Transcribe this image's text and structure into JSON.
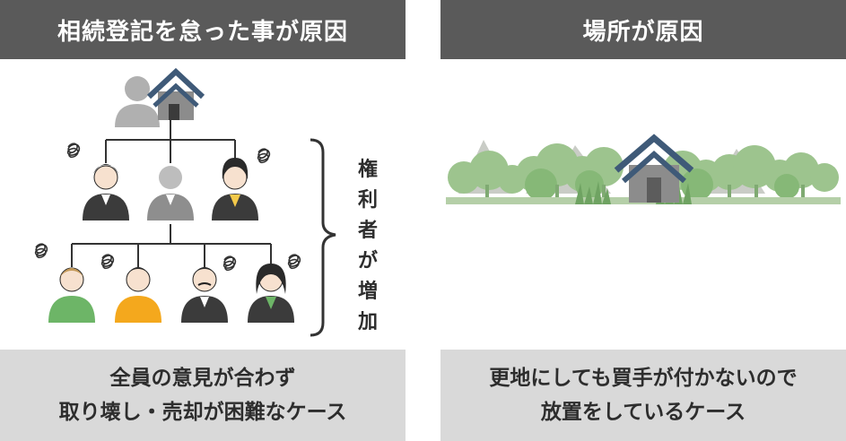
{
  "left_panel": {
    "header": "相続登記を怠った事が原因",
    "bracket_label": [
      "権",
      "利",
      "者",
      "が",
      "増",
      "加"
    ],
    "footer_lines": [
      "全員の意見が合わず",
      "取り壊し・売却が困難なケース"
    ]
  },
  "right_panel": {
    "header": "場所が原因",
    "footer_lines": [
      "更地にしても買手が付かないので",
      "放置をしているケース"
    ]
  },
  "colors": {
    "header_bg": "#5a5a5a",
    "footer_bg": "#d9d9d9",
    "house_roof": "#3f5a78",
    "house_wall": "#8c8c8c",
    "tree_green": "#9dc48e",
    "person_dark": "#3b3b3b",
    "person_gray": "#8e8e8e",
    "person_green": "#6db567",
    "person_orange": "#f4a81d",
    "person_yellow": "#f3c94a"
  }
}
